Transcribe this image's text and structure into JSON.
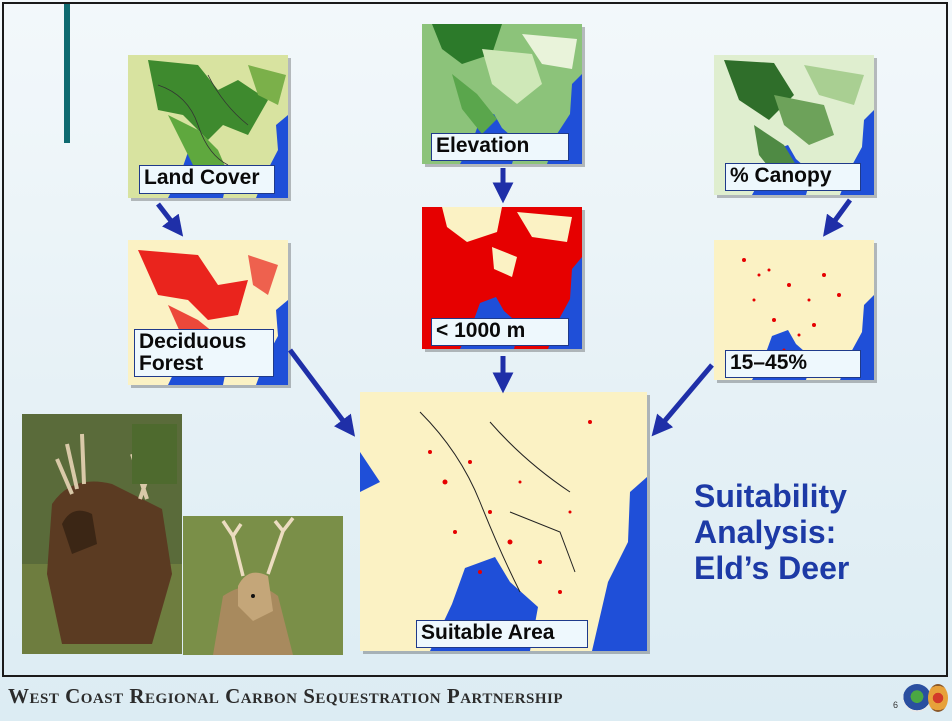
{
  "title": "Suitability\nAnalysis:\nEld’s Deer",
  "maps": {
    "land_cover": "Land Cover",
    "elevation": "Elevation",
    "canopy": "% Canopy",
    "deciduous": "Deciduous\nForest",
    "under_1000": "< 1000 m",
    "canopy_range": "15–45%",
    "suitable": "Suitable Area"
  },
  "footer": {
    "partnership": "West Coast Regional Carbon Sequestration Partnership",
    "page_number": "6"
  },
  "colors": {
    "ocean": "#1f4fd8",
    "land_pale": "#fbf2c4",
    "red_class": "#e60000",
    "arrow": "#1f2fa8",
    "title": "#1d3aa6"
  },
  "icons": [
    "doe-seal-icon",
    "state-seal-icon"
  ]
}
